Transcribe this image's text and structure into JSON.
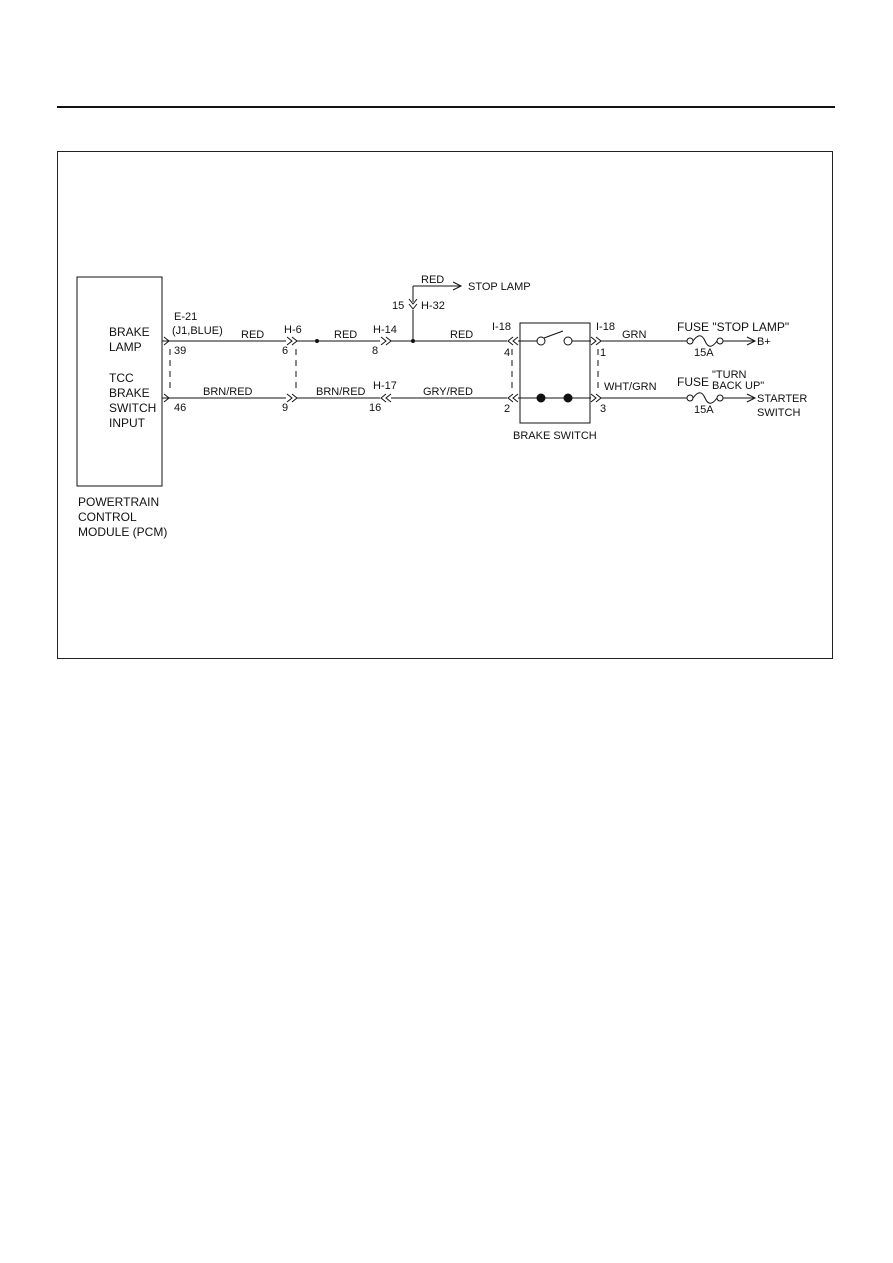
{
  "pcm": {
    "brake_lamp_lines": [
      "BRAKE",
      "LAMP"
    ],
    "tcc_lines": [
      "TCC",
      "BRAKE",
      "SWITCH",
      "INPUT"
    ],
    "caption_lines": [
      "POWERTRAIN",
      "CONTROL",
      "MODULE (PCM)"
    ]
  },
  "connectors": {
    "e21": "E-21",
    "e21_sub": "(J1,BLUE)",
    "h6": "H-6",
    "h14": "H-14",
    "h17": "H-17",
    "h32": "H-32",
    "i18_left": "I-18",
    "i18_right": "I-18"
  },
  "pins": {
    "p39": "39",
    "p46": "46",
    "p6": "6",
    "p9": "9",
    "p8": "8",
    "p16": "16",
    "p15": "15",
    "p4": "4",
    "p2": "2",
    "p1": "1",
    "p3": "3"
  },
  "wires": {
    "red_1": "RED",
    "red_2": "RED",
    "red_3": "RED",
    "red_stop": "RED",
    "brn_red_1": "BRN/RED",
    "brn_red_2": "BRN/RED",
    "gry_red": "GRY/RED",
    "grn": "GRN",
    "wht_grn": "WHT/GRN"
  },
  "labels": {
    "stop_lamp": "STOP LAMP",
    "brake_switch": "BRAKE SWITCH",
    "fuse_stop": "FUSE \"STOP LAMP\"",
    "fuse_turn_word": "FUSE",
    "fuse_turn_l1": "\"TURN",
    "fuse_turn_l2": "BACK UP\"",
    "amp_1": "15A",
    "amp_2": "15A",
    "b_plus": "B+",
    "starter_l1": "STARTER",
    "starter_l2": "SWITCH"
  }
}
